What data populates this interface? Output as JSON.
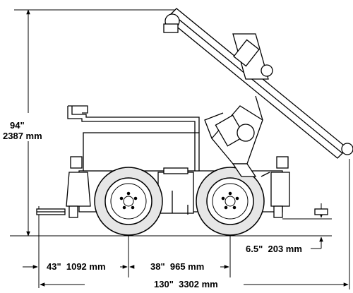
{
  "dimensions": {
    "height": {
      "imperial": "94\"",
      "metric": "2387 mm"
    },
    "front_overhang": {
      "imperial": "43\"",
      "metric": "1092 mm"
    },
    "wheelbase": {
      "imperial": "38\"",
      "metric": "965 mm"
    },
    "overall_length": {
      "imperial": "130\"",
      "metric": "3302 mm"
    },
    "ground_clearance": {
      "imperial": "6.5\"",
      "metric": "203 mm"
    }
  },
  "colors": {
    "line": "#000000",
    "background": "#ffffff",
    "tire": "#e6e6e6"
  }
}
